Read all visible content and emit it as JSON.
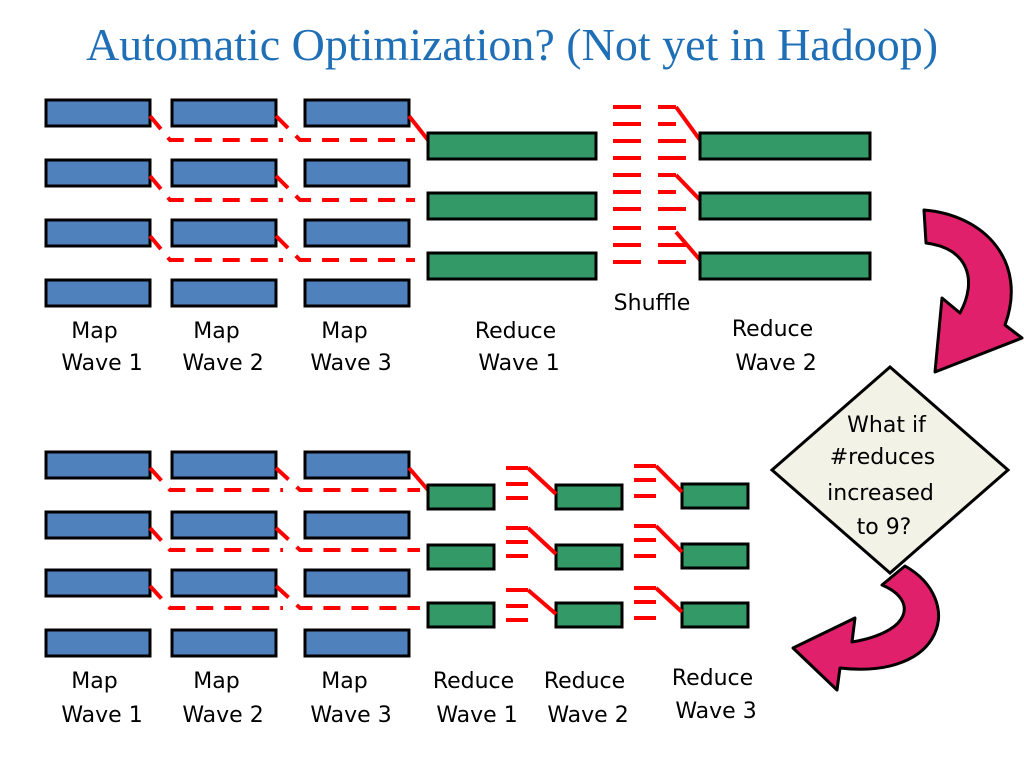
{
  "title": "Automatic Optimization? (Not yet in Hadoop)",
  "top_labels": {
    "map_wave_1": [
      "Map",
      "Wave 1"
    ],
    "map_wave_2": [
      "Map",
      "Wave 2"
    ],
    "map_wave_3": [
      "Map",
      "Wave 3"
    ],
    "reduce_wave_1": [
      "Reduce",
      "Wave 1"
    ],
    "reduce_wave_2": [
      "Reduce",
      "Wave 2"
    ],
    "shuffle": "Shuffle"
  },
  "bottom_labels": {
    "map_wave_1": [
      "Map",
      "Wave 1"
    ],
    "map_wave_2": [
      "Map",
      "Wave 2"
    ],
    "map_wave_3": [
      "Map",
      "Wave 3"
    ],
    "reduce_wave_1": [
      "Reduce",
      "Wave 1"
    ],
    "reduce_wave_2": [
      "Reduce",
      "Wave 2"
    ],
    "reduce_wave_3": [
      "Reduce",
      "Wave 3"
    ]
  },
  "question": [
    "What if",
    "#reduces",
    "increased",
    "to 9?"
  ],
  "colors": {
    "map": "#4f81bd",
    "reduce": "#339966",
    "shuffle": "#ff0000",
    "arrow": "#e0206a",
    "diamond_fill": "#f2f2e6",
    "title": "#1f6fb7"
  }
}
